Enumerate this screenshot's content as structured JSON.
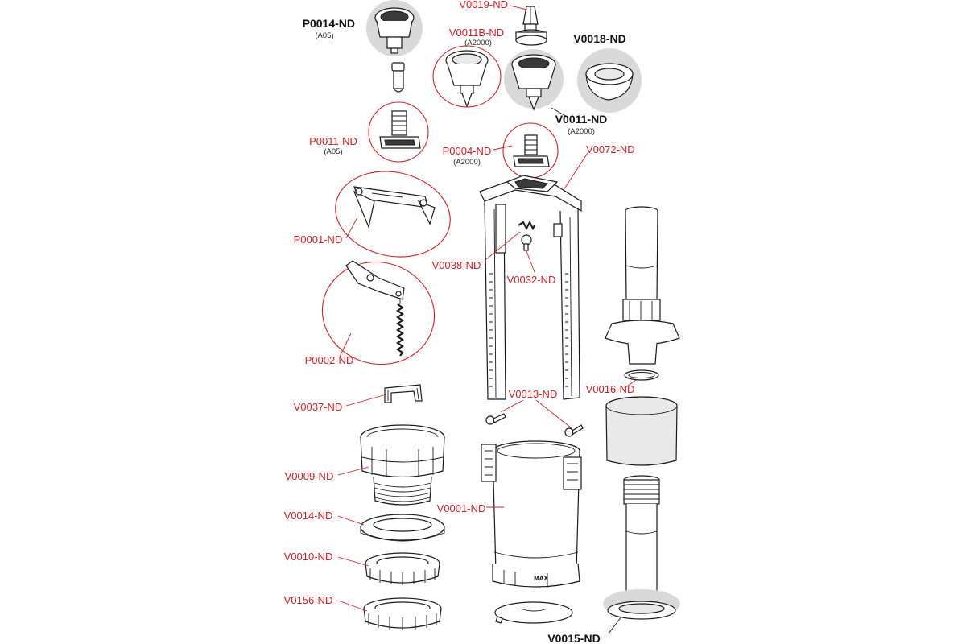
{
  "colors": {
    "accent_red": "#cc2027",
    "label_black": "#111111",
    "highlight_grey": "#d9d9d9"
  },
  "labels": {
    "p0014": {
      "code": "P0014-ND",
      "sub": "(A05)"
    },
    "v0019": {
      "code": "V0019-ND"
    },
    "v0011b": {
      "code": "V0011B-ND",
      "sub": "(A2000)"
    },
    "v0018": {
      "code": "V0018-ND"
    },
    "v0011": {
      "code": "V0011-ND",
      "sub": "(A2000)"
    },
    "p0011": {
      "code": "P0011-ND",
      "sub": "(A05)"
    },
    "p0004": {
      "code": "P0004-ND",
      "sub": "(A2000)"
    },
    "v0072": {
      "code": "V0072-ND"
    },
    "p0001": {
      "code": "P0001-ND"
    },
    "v0038": {
      "code": "V0038-ND"
    },
    "v0032": {
      "code": "V0032-ND"
    },
    "p0002": {
      "code": "P0002-ND"
    },
    "v0016": {
      "code": "V0016-ND"
    },
    "v0037": {
      "code": "V0037-ND"
    },
    "v0013": {
      "code": "V0013-ND"
    },
    "v0009": {
      "code": "V0009-ND"
    },
    "v0001": {
      "code": "V0001-ND"
    },
    "v0014": {
      "code": "V0014-ND"
    },
    "v0010": {
      "code": "V0010-ND"
    },
    "v0156": {
      "code": "V0156-ND"
    },
    "v0015": {
      "code": "V0015-ND"
    }
  },
  "part_markings": {
    "max": "MAX"
  }
}
